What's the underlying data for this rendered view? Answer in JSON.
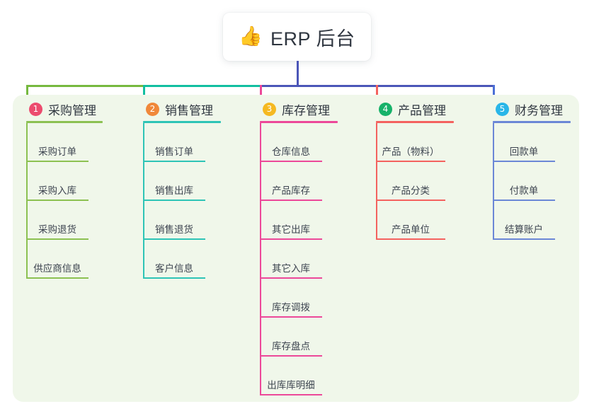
{
  "root": {
    "icon": "thumbs-up-icon",
    "icon_glyph": "👍",
    "label": "ERP 后台"
  },
  "colors": {
    "panel_background": "#f0f7ea",
    "page_background": "#ffffff",
    "root_text": "#2f3640",
    "root_connector": "#4b56b8",
    "bus_green": "#76b93f",
    "bus_teal": "#12bfa0",
    "bus_blue": "#4b56b8",
    "drop_green": "#76b93f",
    "drop_teal": "#12bfa0",
    "drop_pink": "#ec4899",
    "drop_red": "#f4625f",
    "drop_blue": "#4b6fd6"
  },
  "columns": [
    {
      "index": "1",
      "badge_color": "#ec4b6e",
      "line_color": "#8cc152",
      "title": "采购管理",
      "items": [
        "采购订单",
        "采购入库",
        "采购退货",
        "供应商信息"
      ]
    },
    {
      "index": "2",
      "badge_color": "#f0883a",
      "line_color": "#2ec4b6",
      "title": "销售管理",
      "items": [
        "销售订单",
        "销售出库",
        "销售退货",
        "客户信息"
      ]
    },
    {
      "index": "3",
      "badge_color": "#f5b921",
      "line_color": "#ec4899",
      "title": "库存管理",
      "items": [
        "仓库信息",
        "产品库存",
        "其它出库",
        "其它入库",
        "库存调拨",
        "库存盘点",
        "出库库明细"
      ]
    },
    {
      "index": "4",
      "badge_color": "#17b26a",
      "line_color": "#f4625f",
      "title": "产品管理",
      "items": [
        "产品（物料）",
        "产品分类",
        "产品单位"
      ]
    },
    {
      "index": "5",
      "badge_color": "#29b6e8",
      "line_color": "#6b87d6",
      "title": "财务管理",
      "items": [
        "回款单",
        "付款单",
        "结算账户"
      ]
    }
  ]
}
